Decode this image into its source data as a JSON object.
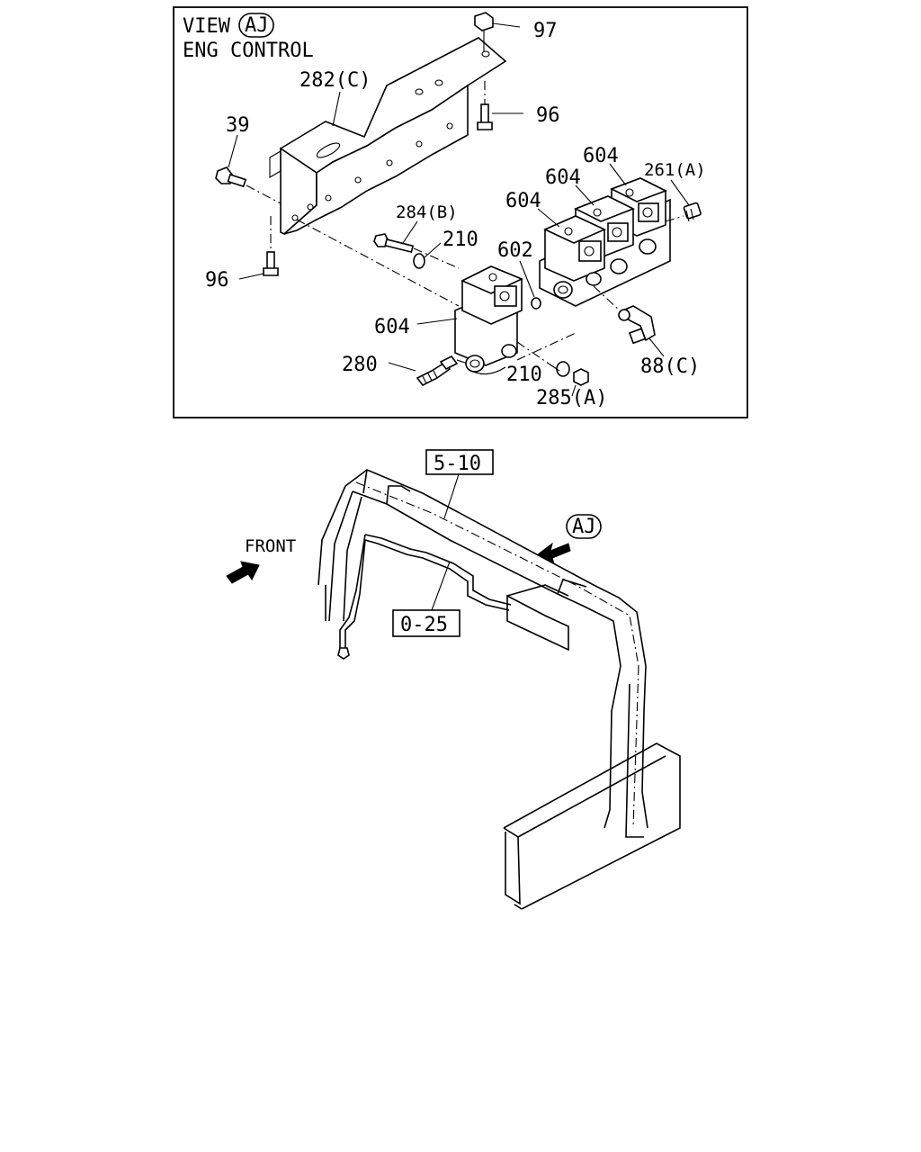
{
  "view_panel": {
    "view_word": "VIEW",
    "view_ref": "AJ",
    "subtitle": "ENG CONTROL",
    "callouts": {
      "c97": "97",
      "c282c": "282(C)",
      "c96_top": "96",
      "c39": "39",
      "c96_left": "96",
      "c284b": "284(B)",
      "c210_top": "210",
      "c604_a": "604",
      "c604_b": "604",
      "c604_c": "604",
      "c261a": "261(A)",
      "c602": "602",
      "c604_left": "604",
      "c280": "280",
      "c210_bottom": "210",
      "c285a": "285(A)",
      "c88c": "88(C)"
    }
  },
  "overview": {
    "ref_box_top": "5-10",
    "ref_box_bottom": "0-25",
    "front_label": "FRONT",
    "view_ref": "AJ"
  }
}
